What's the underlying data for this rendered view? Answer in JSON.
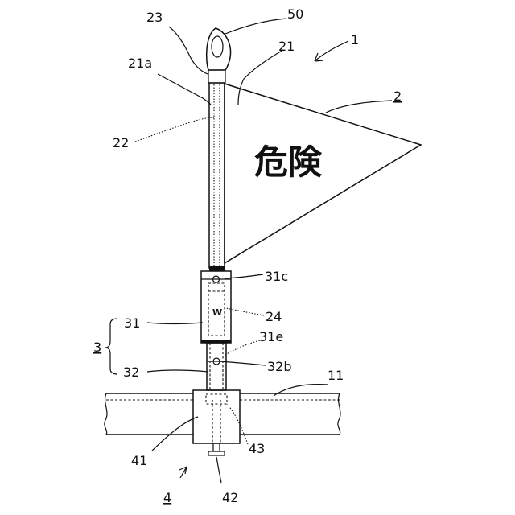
{
  "flag_text": "危険",
  "mark_w": "W",
  "labels": {
    "l1": "1",
    "l2": "2",
    "l3": "3",
    "l4": "4",
    "l11": "11",
    "l21": "21",
    "l21a": "21a",
    "l22": "22",
    "l23": "23",
    "l24": "24",
    "l31": "31",
    "l31c": "31c",
    "l31e": "31e",
    "l32": "32",
    "l32b": "32b",
    "l41": "41",
    "l42": "42",
    "l43": "43",
    "l50": "50"
  }
}
